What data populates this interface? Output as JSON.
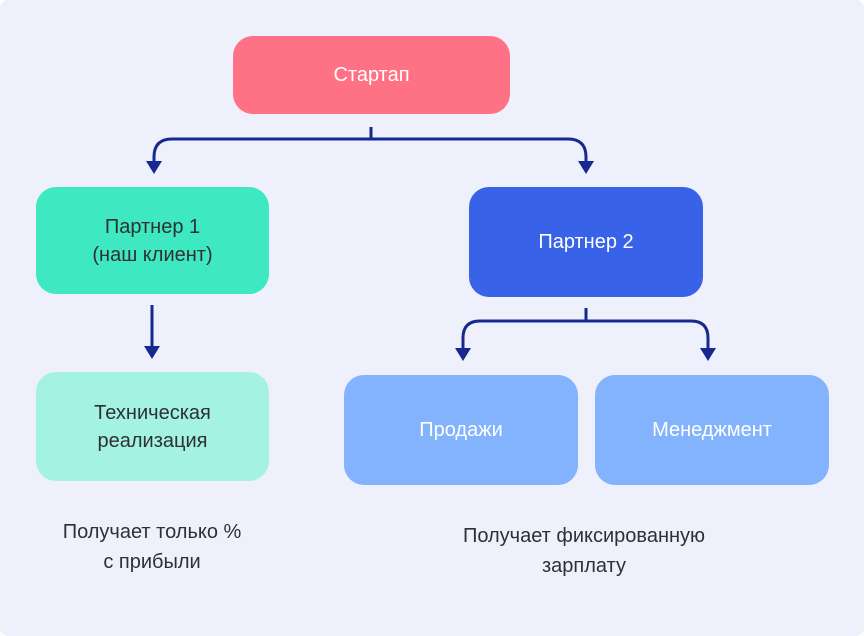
{
  "diagram": {
    "nodes": {
      "startup": {
        "label": "Стартап",
        "fill": "#ff7184",
        "text_color": "#ffffff"
      },
      "partner1": {
        "label": "Партнер 1\n(наш клиент)",
        "fill": "#3ee8c0",
        "text_color": "#2f3033"
      },
      "tech": {
        "label": "Техническая\nреализация",
        "fill": "#a4f2e2",
        "text_color": "#2f3033"
      },
      "partner2": {
        "label": "Партнер 2",
        "fill": "#3863e8",
        "text_color": "#ffffff"
      },
      "sales": {
        "label": "Продажи",
        "fill": "#84b3fd",
        "text_color": "#ffffff"
      },
      "management": {
        "label": "Менеджмент",
        "fill": "#84b3fd",
        "text_color": "#ffffff"
      }
    },
    "edges": [
      {
        "from": "startup",
        "to": "partner1"
      },
      {
        "from": "startup",
        "to": "partner2"
      },
      {
        "from": "partner1",
        "to": "tech"
      },
      {
        "from": "partner2",
        "to": "sales"
      },
      {
        "from": "partner2",
        "to": "management"
      }
    ],
    "captions": {
      "left": "Получает только %\nс прибыли",
      "right": "Получает фиксированную\nзарплату"
    },
    "colors": {
      "background": "#eef1fc",
      "connector": "#17288f",
      "caption_text": "#2f3033"
    }
  }
}
